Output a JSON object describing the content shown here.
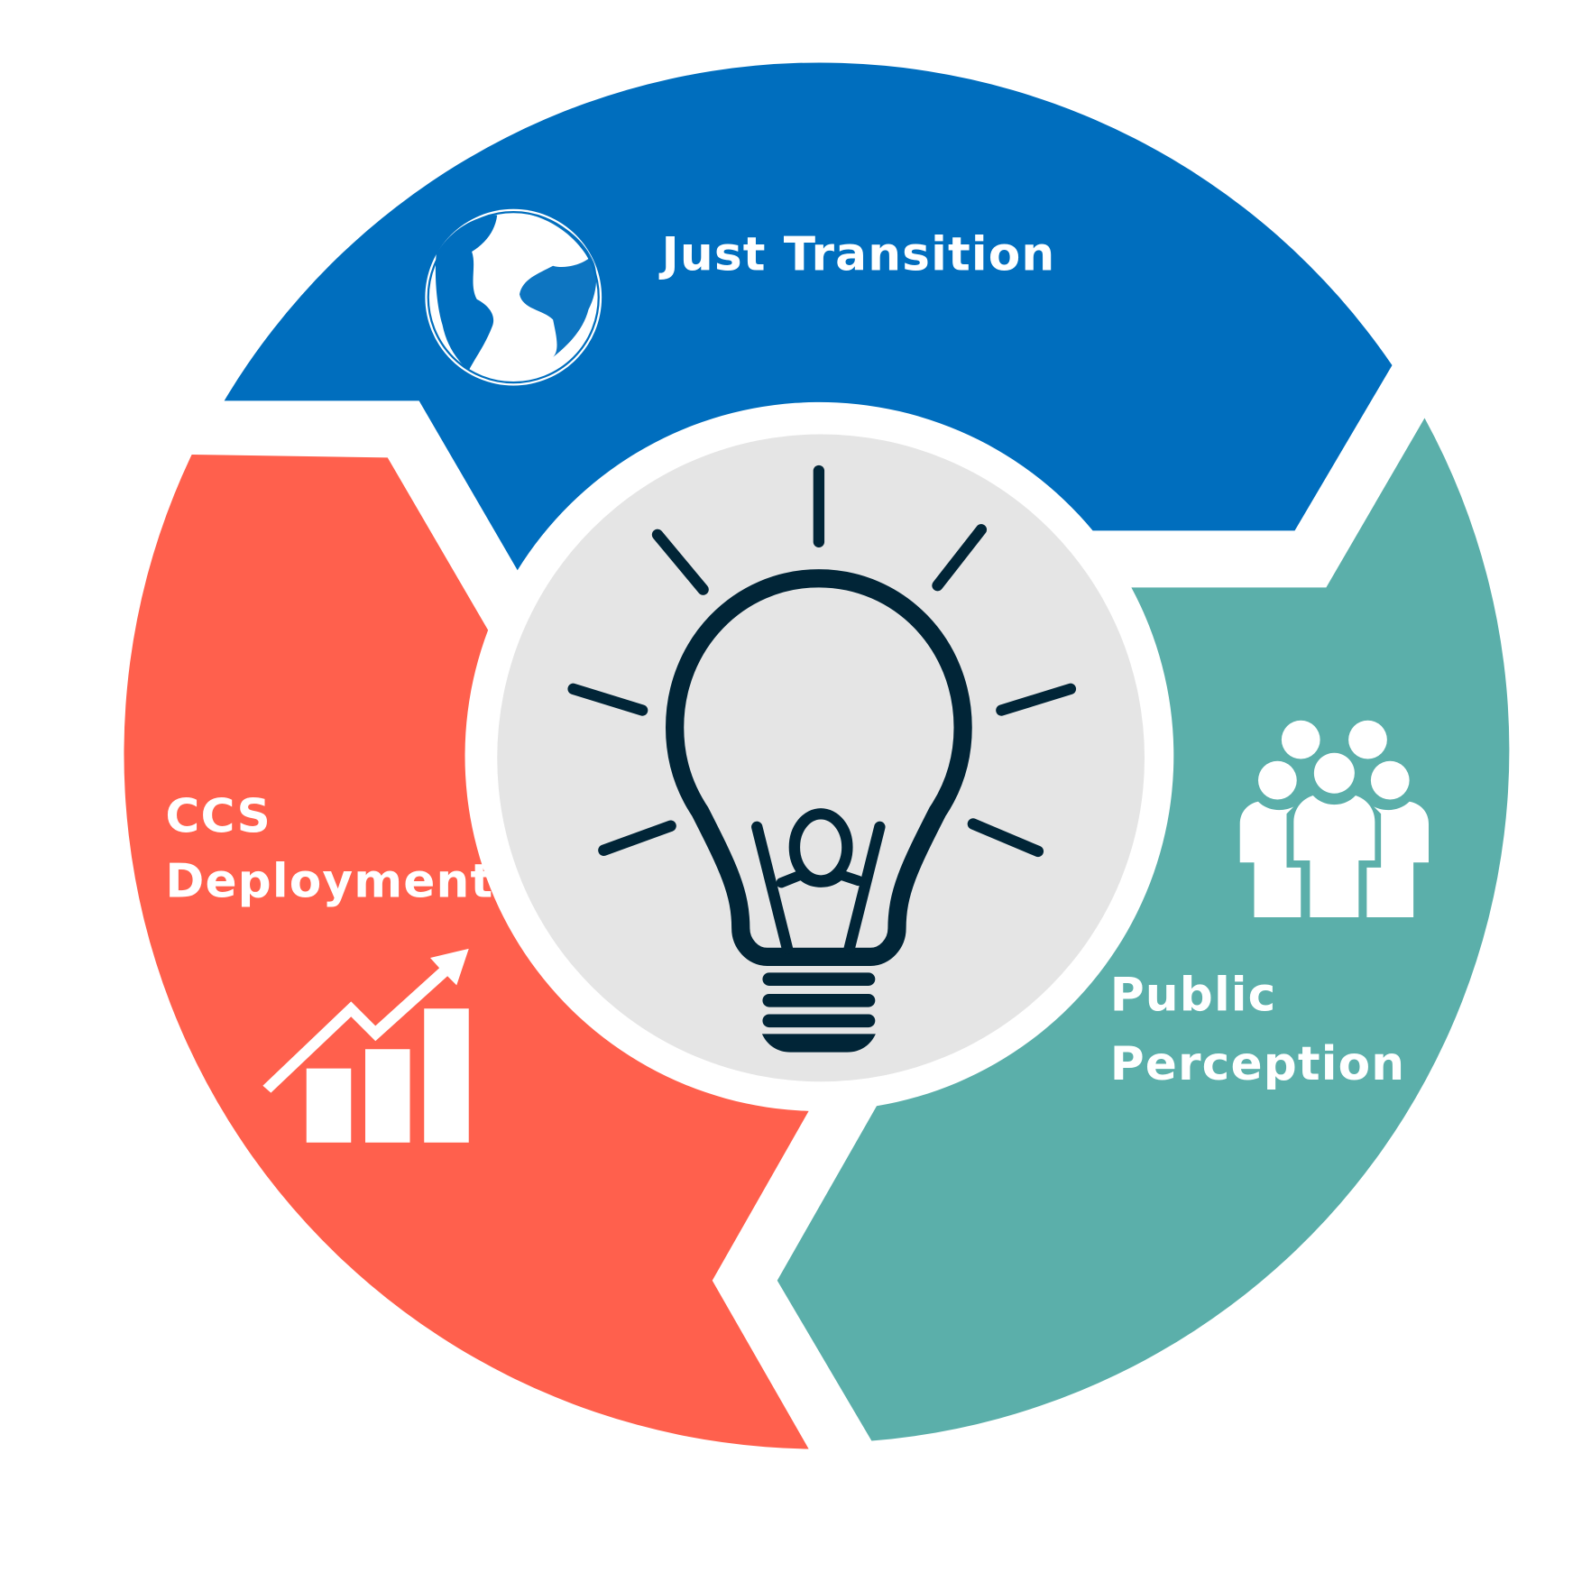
{
  "segments": [
    {
      "label": "Just Transition",
      "icon": "globe-icon",
      "color": "#006EBE"
    },
    {
      "label_line1": "CCS",
      "label_line2": "Deployment",
      "icon": "bar-chart-growth-icon",
      "color": "#FF604D"
    },
    {
      "label_line1": "Public",
      "label_line2": "Perception",
      "icon": "people-group-icon",
      "color": "#5BAFAA"
    }
  ],
  "center": {
    "icon": "lightbulb-icon",
    "color": "#012537",
    "background": "#E5E5E5"
  }
}
